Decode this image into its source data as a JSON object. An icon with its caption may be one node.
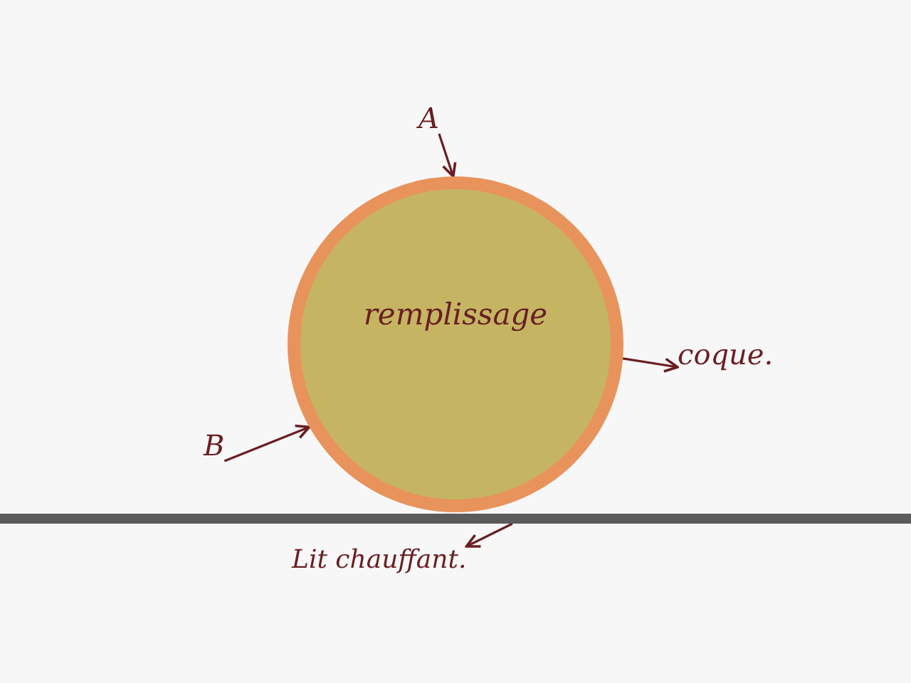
{
  "diagram": {
    "nodes": [
      {
        "text": [
          "A"
        ]
      },
      {
        "text": [],
        "shape": "circle"
      },
      {
        "text": [
          "remplissage"
        ],
        "in": 1
      },
      {
        "text": [
          "coque."
        ]
      },
      {
        "text": [
          "B"
        ]
      },
      {
        "text": [],
        "shape": "bar"
      },
      {
        "text": [
          "Lit chauffant."
        ]
      }
    ],
    "edges": [
      {
        "from": 0,
        "to": 1,
        "arrow": "to"
      },
      {
        "from": 1,
        "to": 3,
        "arrow": "to"
      },
      {
        "from": 4,
        "to": 1,
        "arrow": "to"
      },
      {
        "from": 5,
        "to": 6,
        "arrow": "to"
      }
    ]
  }
}
